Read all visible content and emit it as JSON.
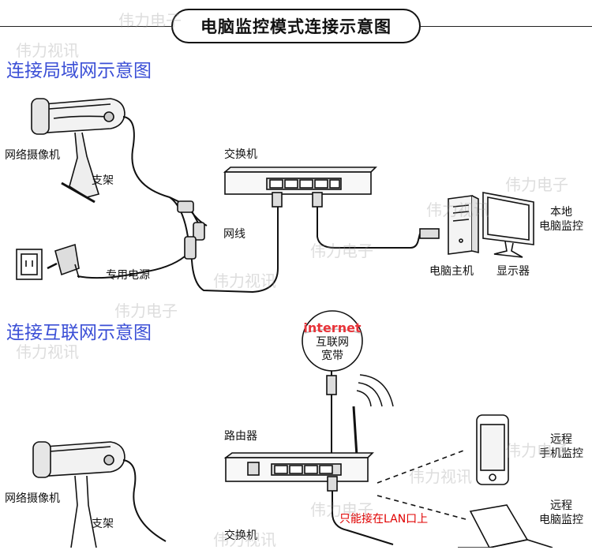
{
  "title": "电脑监控模式连接示意图",
  "watermarks": [
    "伟力电子",
    "伟力视讯"
  ],
  "lan": {
    "heading": "连接局域网示意图",
    "camera": "网络摄像机",
    "bracket": "支架",
    "power": "专用电源",
    "cable": "网线",
    "switch": "交换机",
    "pc_host": "电脑主机",
    "monitor": "显示器",
    "local_pc_line1": "本地",
    "local_pc_line2": "电脑监控"
  },
  "internet": {
    "heading": "连接互联网示意图",
    "cloud_word": "internet",
    "cloud_line1": "互联网",
    "cloud_line2": "宽带",
    "router": "路由器",
    "camera": "网络摄像机",
    "bracket": "支架",
    "switch": "交换机",
    "lan_note": "只能接在LAN口上",
    "remote_phone_line1": "远程",
    "remote_phone_line2": "手机监控",
    "remote_pc_line1": "远程",
    "remote_pc_line2": "电脑监控"
  },
  "colors": {
    "heading": "#3b4fd6",
    "note": "#e00000",
    "cloud": "#e8343a"
  }
}
